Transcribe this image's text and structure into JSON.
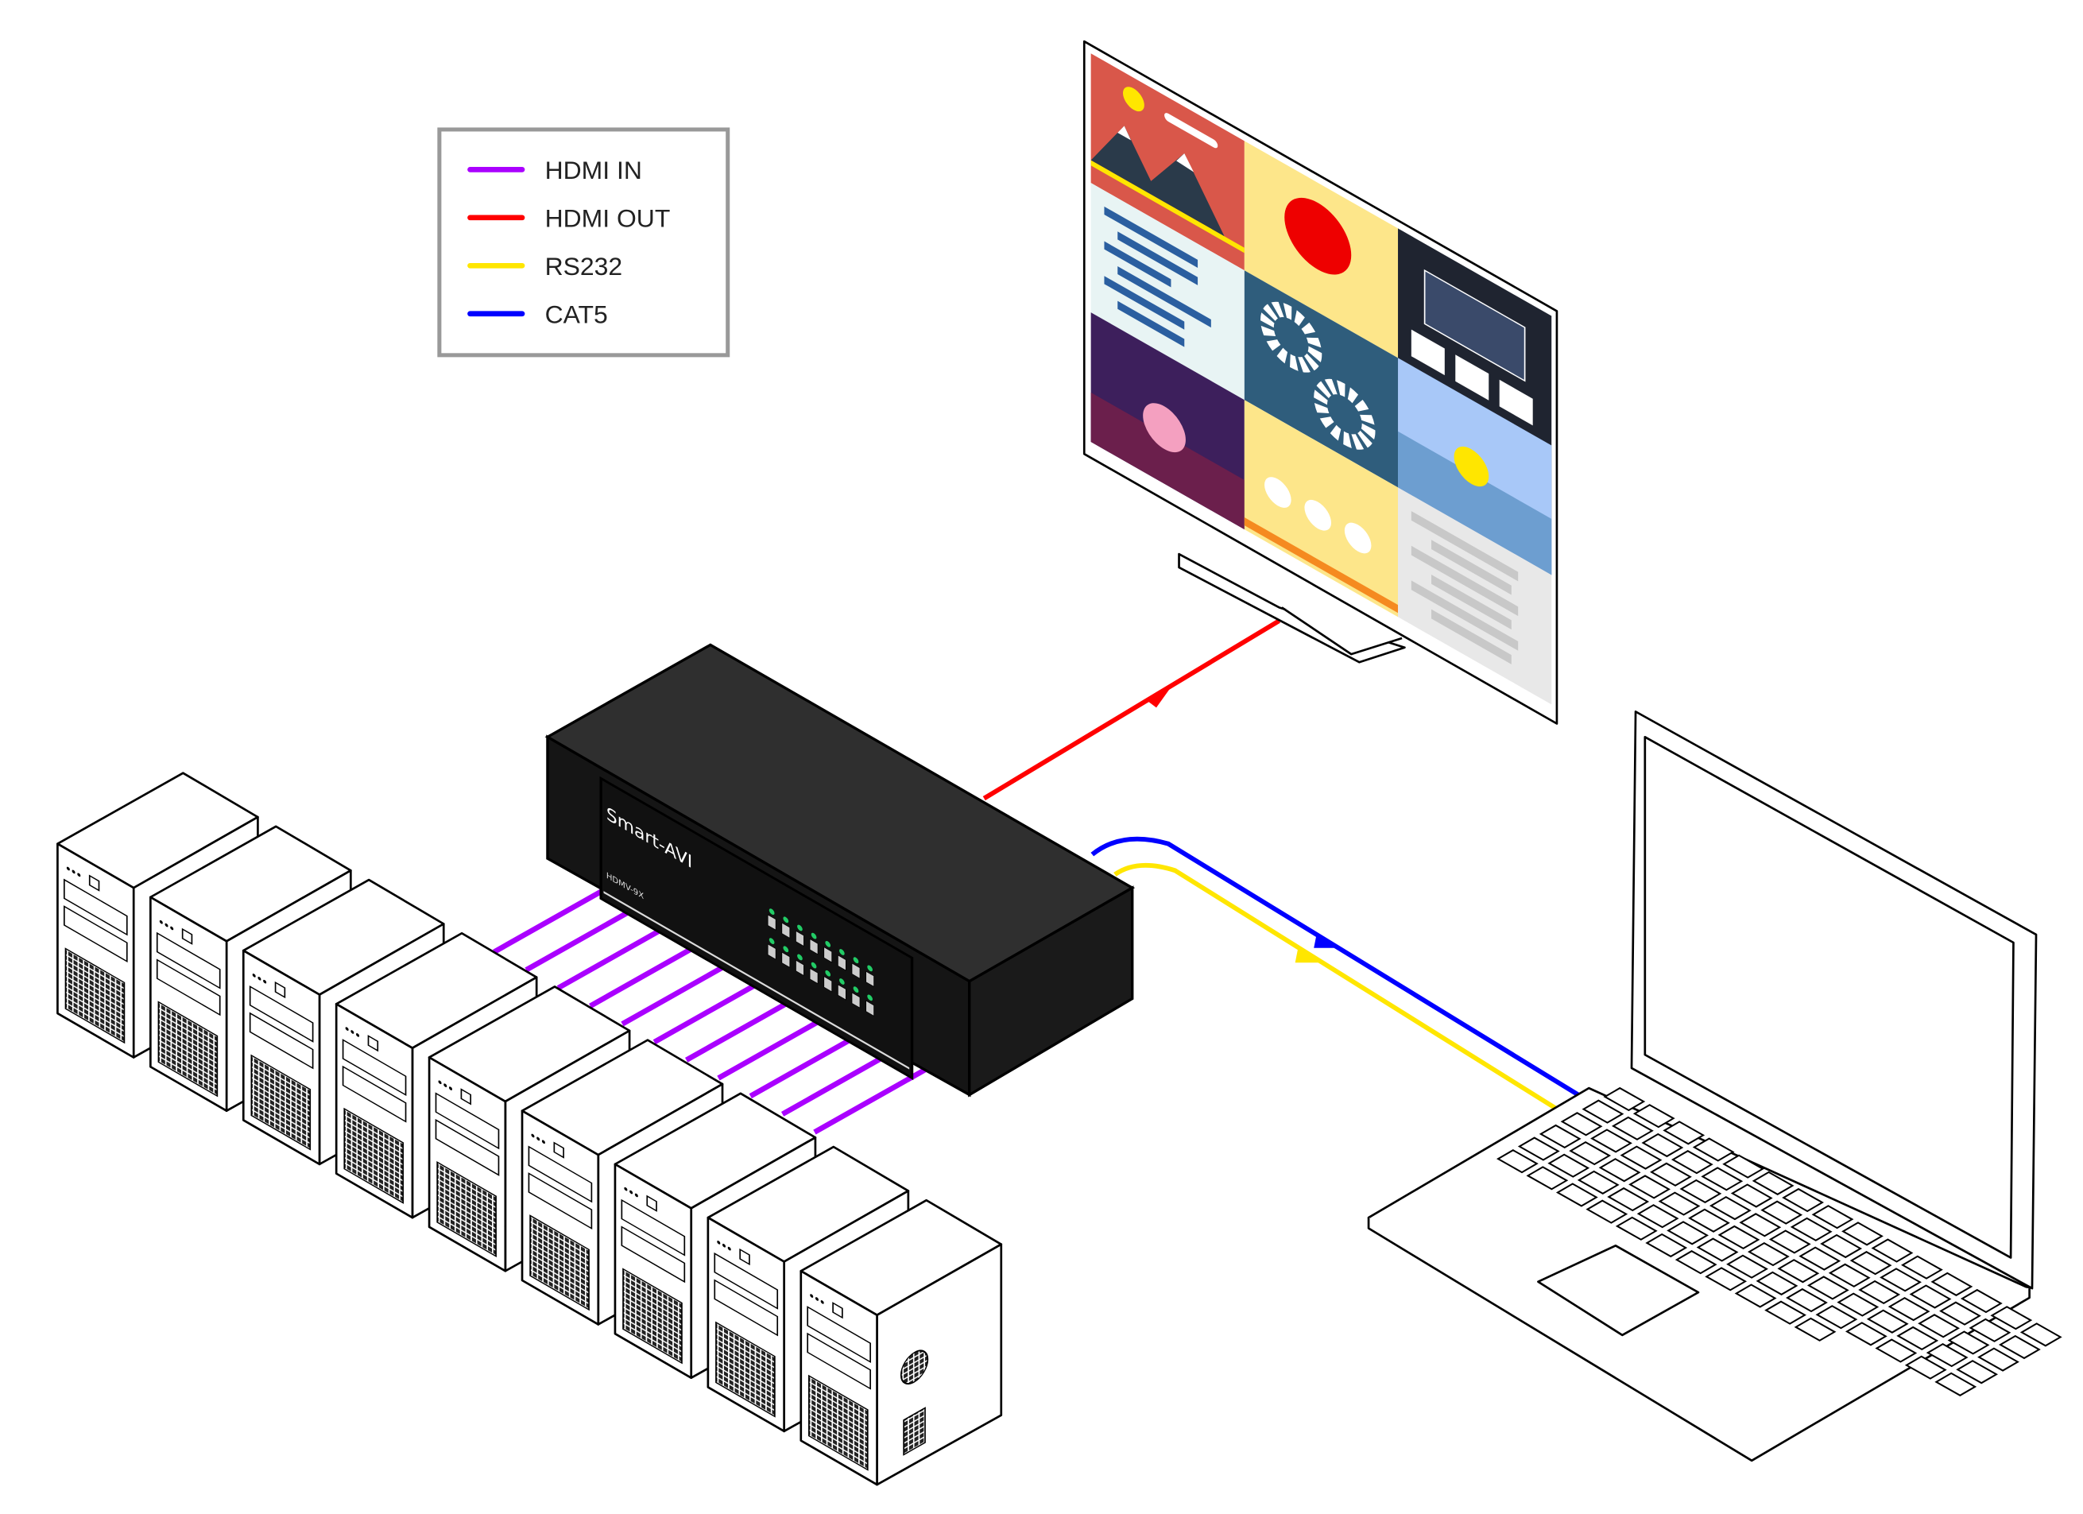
{
  "legend": {
    "items": [
      {
        "label": "HDMI IN",
        "color": "#aa00ff"
      },
      {
        "label": "HDMI OUT",
        "color": "#ff0000"
      },
      {
        "label": "RS232",
        "color": "#ffe600"
      },
      {
        "label": "CAT5",
        "color": "#0000ff"
      }
    ]
  },
  "switch": {
    "brand": "Smart-AVI",
    "model": "HDMV-9X"
  },
  "colors": {
    "switch_top": "#2f2f2f",
    "switch_front": "#151515",
    "led": "#22cc66",
    "legend_border": "#999999"
  }
}
